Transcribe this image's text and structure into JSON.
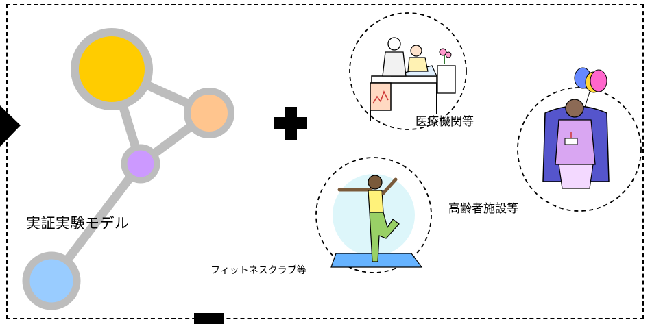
{
  "diagram": {
    "model_label": "実証実験モデル",
    "partners": {
      "hospital": "医療機関等",
      "elderly_facility": "高齢者施設等",
      "fitness_club": "フィットネスクラブ等"
    },
    "icons": {
      "plus": "plus-icon",
      "arrow": "right-arrow-icon",
      "minus": "minus-block-icon"
    },
    "colors": {
      "node_gold": "#FFCC00",
      "node_peach": "#FFC58E",
      "node_purple": "#CC99FF",
      "node_blue": "#99CCFF",
      "node_ring": "#BDBDBD"
    }
  }
}
